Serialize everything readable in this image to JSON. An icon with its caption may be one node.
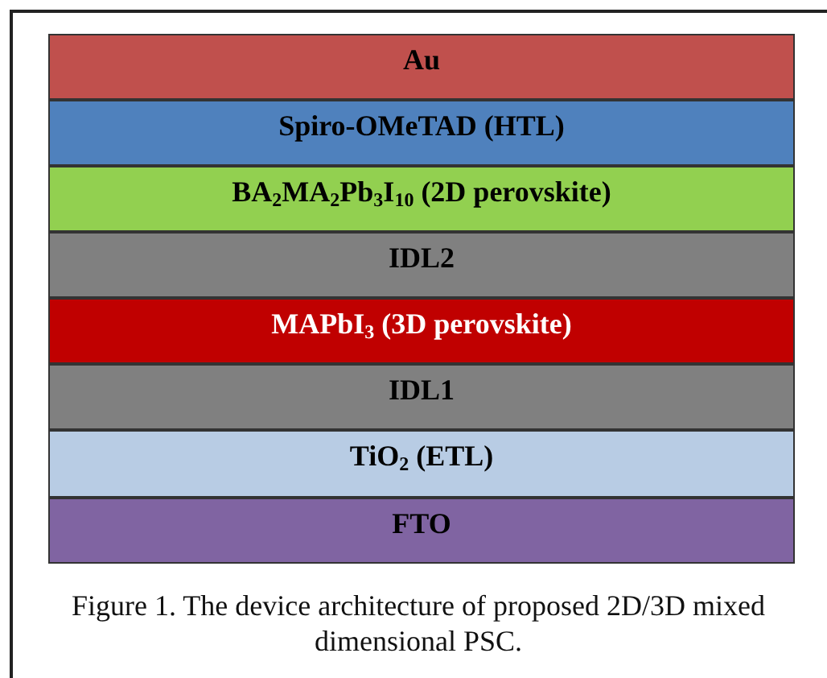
{
  "diagram": {
    "caption": "Figure 1. The device architecture of proposed 2D/3D mixed dimensional PSC.",
    "nodes": [
      {
        "text": [
          "Au"
        ]
      },
      {
        "text": [
          "Spiro-OMeTAD (HTL)"
        ]
      },
      {
        "text": [
          "BA$_{2}$MA$_{2}$Pb$_{3}$I$_{10}$ (2D perovskite)"
        ]
      },
      {
        "text": [
          "IDL2"
        ]
      },
      {
        "text": [
          "MAPbI$_{3}$ (3D perovskite)"
        ]
      },
      {
        "text": [
          "IDL1"
        ]
      },
      {
        "text": [
          "TiO$_{2}$ (ETL)"
        ]
      },
      {
        "text": [
          "FTO"
        ]
      }
    ]
  }
}
